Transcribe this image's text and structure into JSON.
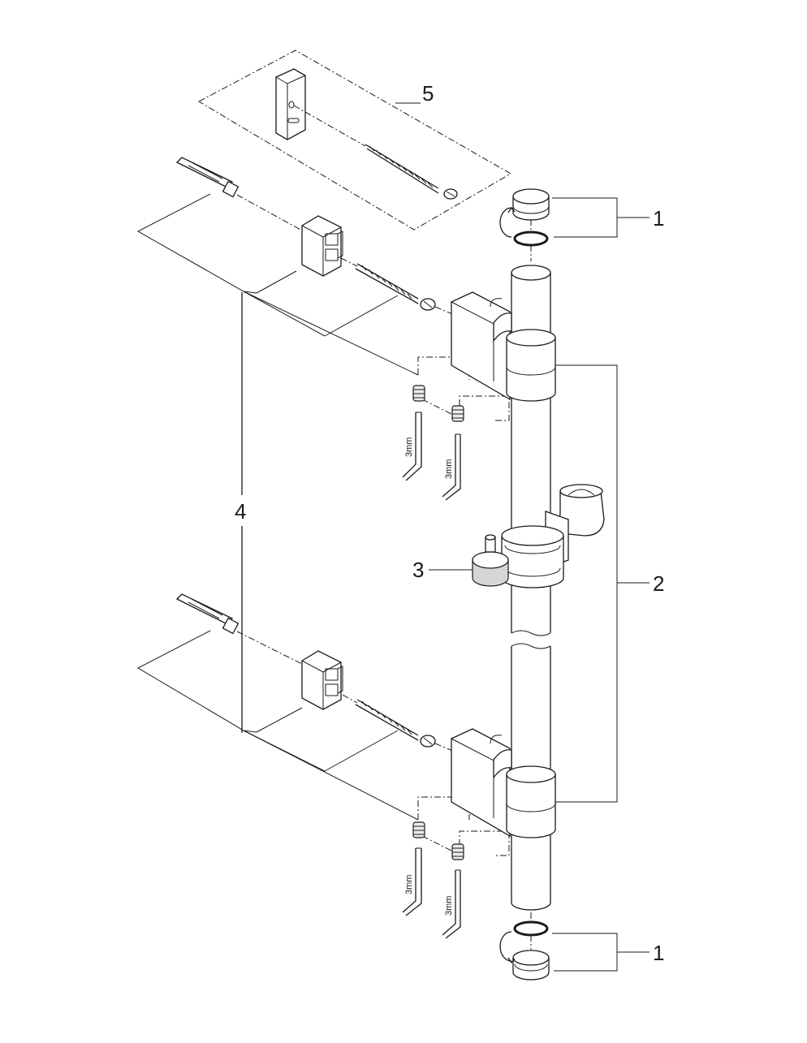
{
  "callouts": {
    "c1_top": "1",
    "c1_bottom": "1",
    "c2": "2",
    "c3": "3",
    "c4": "4",
    "c5": "5"
  },
  "tool_size_labels": {
    "upper_left": "3mm",
    "upper_right": "3mm",
    "lower_left": "3mm",
    "lower_right": "3mm"
  }
}
